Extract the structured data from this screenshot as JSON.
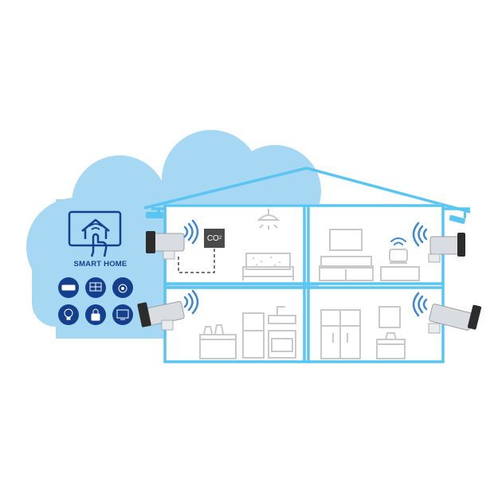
{
  "smart_home": {
    "label": "SMART HOME",
    "icons": [
      "pump-icon",
      "solar-panel-icon",
      "security-camera-icon",
      "light-bulb-icon",
      "lock-icon",
      "tv-icon"
    ]
  },
  "co2_sensor": {
    "label": "CO",
    "subscript": "2"
  },
  "colors": {
    "cloud": "#a7d8f3",
    "house_outline": "#5ac5f0",
    "furniture_line": "#c9c9c9",
    "smart_home_blue": "#143f8c",
    "sensor_box": "#4a4a4a",
    "wifi": "#3f88d0"
  }
}
